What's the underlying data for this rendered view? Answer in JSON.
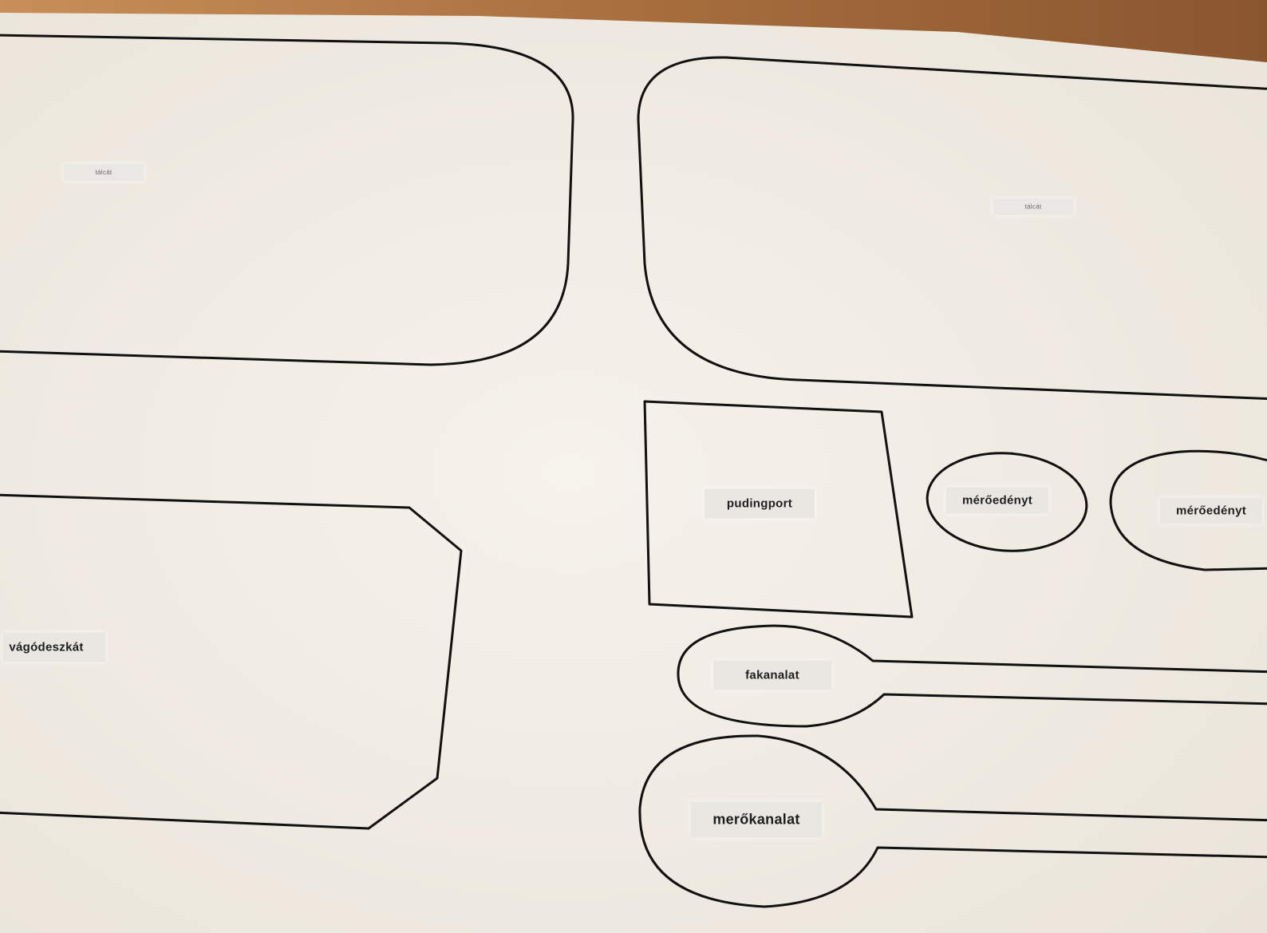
{
  "labels": {
    "tray_left": "tálcát",
    "tray_right": "tálcát",
    "cutting_board": "vágódeszkát",
    "pudding_powder": "pudingport",
    "measuring_cup_1": "mérőedényt",
    "measuring_cup_2": "mérőedényt",
    "wooden_spoon": "fakanalat",
    "measuring_spoon": "merőkanalat"
  },
  "colors": {
    "paper": "#f3efe8",
    "outline": "#111111",
    "wood": "#b07a4a"
  }
}
